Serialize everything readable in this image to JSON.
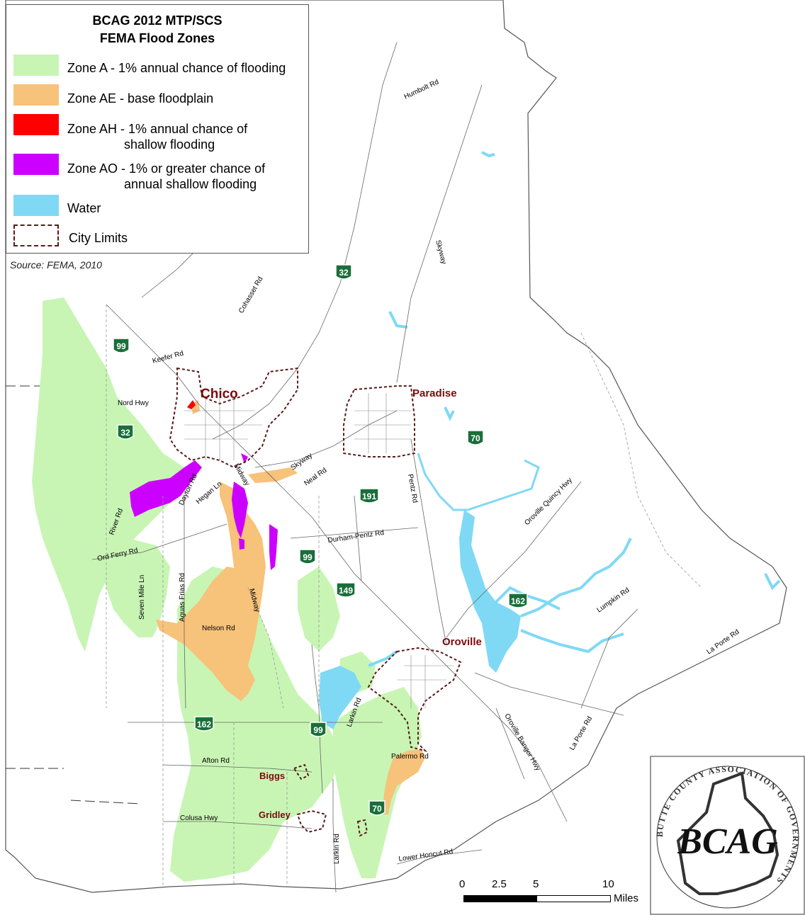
{
  "legend": {
    "title_line1": "BCAG 2012 MTP/SCS",
    "title_line2": "FEMA Flood Zones",
    "items": [
      {
        "label": "Zone A - 1% annual chance of flooding",
        "color": "#c8f5b4"
      },
      {
        "label": "Zone AE - base floodplain",
        "color": "#f7c27a"
      },
      {
        "label": "Zone AH - 1% annual chance of\n                shallow flooding",
        "color": "#ff0000"
      },
      {
        "label": "Zone AO - 1% or greater chance of\n                annual shallow flooding",
        "color": "#cc00ff"
      },
      {
        "label": "Water",
        "color": "#7fd9f5"
      },
      {
        "label": "City Limits",
        "color": "#5a1a1a"
      }
    ]
  },
  "source": "Source: FEMA, 2010",
  "cities": {
    "chico": "Chico",
    "paradise": "Paradise",
    "oroville": "Oroville",
    "biggs": "Biggs",
    "gridley": "Gridley"
  },
  "roads": {
    "humboldt": "Humbolt Rd",
    "skyway_north": "Skyway",
    "cohasset": "Cohasset Rd",
    "keefer": "Keefer Rd",
    "nord": "Nord Hwy",
    "skyway_chico": "Skyway",
    "neal": "Neal Rd",
    "dayton": "Dayton Rd",
    "hegan": "Hegan Ln",
    "midway_north": "Midway",
    "river": "River Rd",
    "ord_ferry": "Ord Ferry Rd",
    "durham_pentz": "Durham-Pentz Rd",
    "pentz": "Pentz Rd",
    "oroville_quincy": "Oroville Quincy Hwy",
    "seven_mile": "Seven Mile Ln",
    "aguas_frias": "Aguas Frias Rd",
    "midway_south": "Midway",
    "nelson": "Nelson Rd",
    "lumpkin": "Lumpkin Rd",
    "la_porte_east": "La Porte Rd",
    "la_porte_south": "La Porte Rd",
    "larkin_north": "Larkin Rd",
    "oroville_bangor": "Oroville Bangor Hwy",
    "afton": "Afton Rd",
    "palermo": "Palermo Rd",
    "colusa": "Colusa Hwy",
    "larkin_south": "Larkin Rd",
    "lower_honcut": "Lower Honcut Rd"
  },
  "highways": [
    "32",
    "99",
    "32",
    "70",
    "191",
    "99",
    "149",
    "162",
    "162",
    "99",
    "70"
  ],
  "scale": {
    "ticks": [
      "0",
      "2.5",
      "5",
      "10"
    ],
    "units": "Miles"
  },
  "logo": {
    "text": "BCAG",
    "ring_text": "BUTTE COUNTY ASSOCIATION OF GOVERNMENTS"
  },
  "colors": {
    "zone_a": "#c8f5b4",
    "zone_ae": "#f7c27a",
    "zone_ah": "#ff0000",
    "zone_ao": "#cc00ff",
    "water": "#7fd9f5",
    "highway_shield": "#1a6e3a"
  }
}
